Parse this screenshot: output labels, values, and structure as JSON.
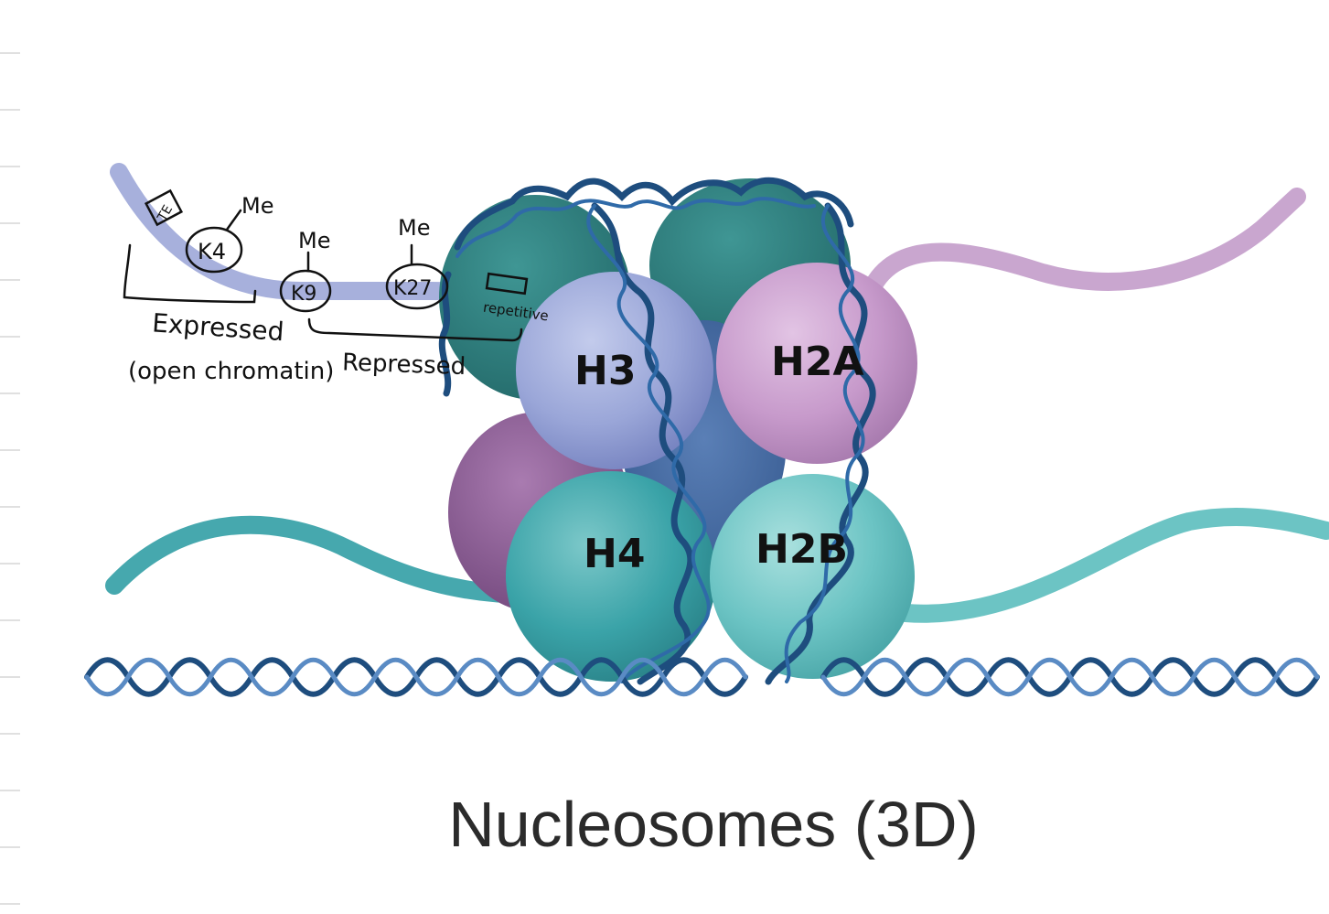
{
  "title": "Nucleosomes (3D)",
  "histones": {
    "h3": "H3",
    "h2a": "H2A",
    "h4": "H4",
    "h2b": "H2B"
  },
  "annotations": {
    "te": "TE",
    "me_k4": "Me",
    "k4": "K4",
    "me_k9": "Me",
    "k9": "K9",
    "me_k27": "Me",
    "k27": "K27",
    "repetitive": "repetitive",
    "expressed": "Expressed",
    "open_chromatin": "(open chromatin)",
    "repressed": "Repressed"
  },
  "colors": {
    "h3": "#9aa6d8",
    "h2a": "#c79acb",
    "h4": "#3aa3a8",
    "h2b": "#6cc4c4",
    "back_teal": "#2f7f7e",
    "back_purple": "#8d5f95",
    "dna": "#1e4d7e",
    "tail_lavender": "#a7b0dc",
    "tail_pink": "#c9a6cf",
    "tail_teal": "#46a8ae"
  }
}
